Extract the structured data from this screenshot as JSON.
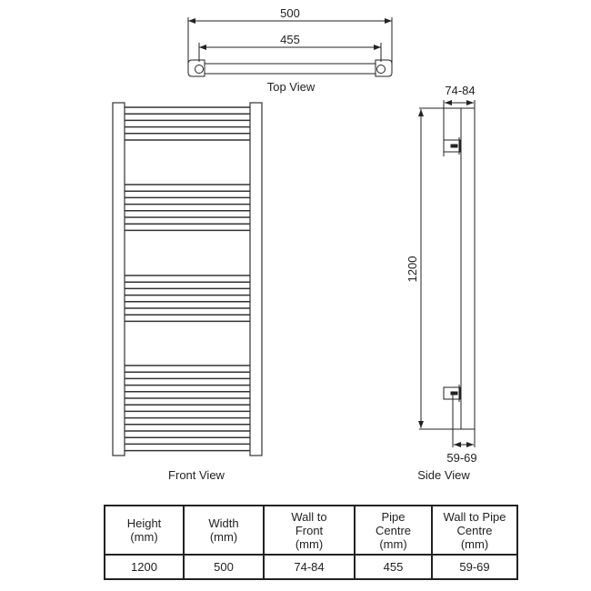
{
  "views": {
    "top_view": {
      "label": "Top View",
      "overall_width": "500",
      "pipe_centre": "455"
    },
    "front_view": {
      "label": "Front View",
      "bar_groups": [
        6,
        8,
        8,
        14
      ]
    },
    "side_view": {
      "label": "Side View",
      "height": "1200",
      "wall_to_front": "74-84",
      "wall_to_pipe_centre": "59-69"
    }
  },
  "table": {
    "headers": [
      [
        "Height",
        "(mm)"
      ],
      [
        "Width",
        "(mm)"
      ],
      [
        "Wall to",
        "Front",
        "(mm)"
      ],
      [
        "Pipe",
        "Centre",
        "(mm)"
      ],
      [
        "Wall to Pipe",
        "Centre",
        "(mm)"
      ]
    ],
    "rows": [
      [
        "1200",
        "500",
        "74-84",
        "455",
        "59-69"
      ]
    ]
  },
  "colors": {
    "line": "#222222",
    "background": "#ffffff"
  }
}
